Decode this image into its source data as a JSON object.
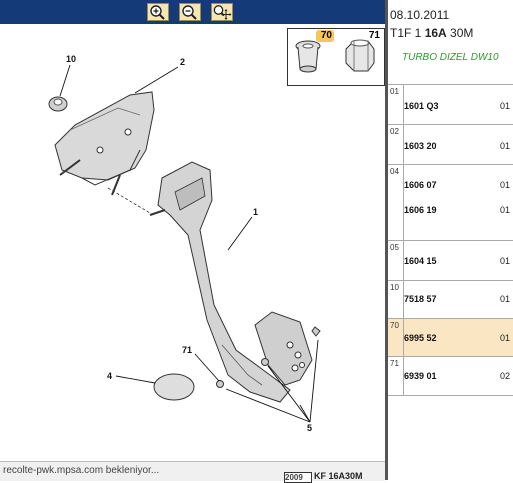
{
  "toolbar": {
    "buttons": [
      {
        "icon": "zoom-in-icon"
      },
      {
        "icon": "zoom-out-icon"
      },
      {
        "icon": "zoom-move-icon"
      }
    ]
  },
  "diagram": {
    "callouts": [
      "10",
      "2",
      "1",
      "71",
      "4",
      "5"
    ]
  },
  "thumbnails": [
    {
      "number": "70",
      "highlight": "#f6c65a"
    },
    {
      "number": "71",
      "highlight": "#ffffff"
    }
  ],
  "header": {
    "date": "08.10.2011",
    "vehicle_prefix": "T1F 1 ",
    "vehicle_bold": "16A",
    "vehicle_suffix": " 30M",
    "engine": "TURBO DIZEL DW10"
  },
  "parts": [
    {
      "ref": "01",
      "entries": [
        {
          "part_no": "1601 Q3",
          "qty": "01"
        }
      ]
    },
    {
      "ref": "02",
      "entries": [
        {
          "part_no": "1603 20",
          "qty": "01"
        }
      ]
    },
    {
      "ref": "04",
      "entries": [
        {
          "part_no": "1606 07",
          "qty": "01"
        },
        {
          "part_no": "1606 19",
          "qty": "01"
        }
      ]
    },
    {
      "ref": "05",
      "entries": [
        {
          "part_no": "1604 15",
          "qty": "01"
        }
      ]
    },
    {
      "ref": "10",
      "entries": [
        {
          "part_no": "7518 57",
          "qty": "01"
        }
      ]
    },
    {
      "ref": "70",
      "entries": [
        {
          "part_no": "6995 52",
          "qty": "01"
        }
      ],
      "selected": true
    },
    {
      "ref": "71",
      "entries": [
        {
          "part_no": "6939 01",
          "qty": "02"
        }
      ]
    }
  ],
  "status": {
    "text": "recolte-pwk.mpsa.com bekleniyor...",
    "ref_left": "2009",
    "ref_right": "KF 16A30M"
  },
  "colors": {
    "toolbar_bg": "#153a78",
    "selected_row": "#fbe6c4",
    "engine_text": "#2d9a2d"
  }
}
